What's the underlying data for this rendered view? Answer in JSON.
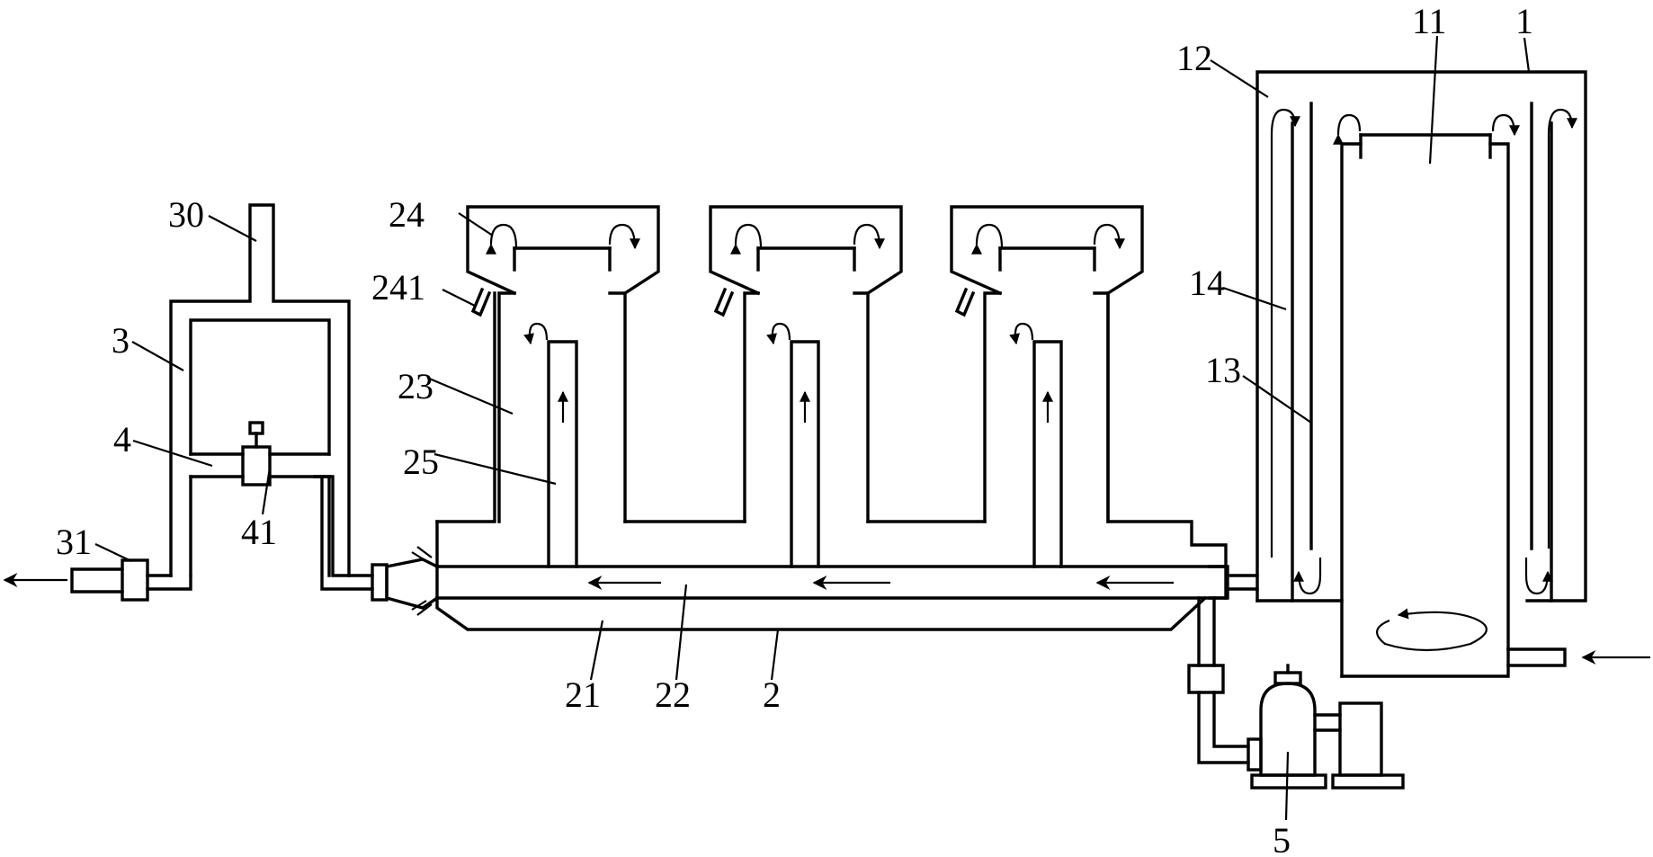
{
  "diagram": {
    "labels": {
      "l1": "1",
      "l2": "2",
      "l3": "3",
      "l4": "4",
      "l5": "5",
      "l11": "11",
      "l12": "12",
      "l13": "13",
      "l14": "14",
      "l21": "21",
      "l22": "22",
      "l23": "23",
      "l24": "24",
      "l25": "25",
      "l30": "30",
      "l31": "31",
      "l41": "41",
      "l241": "241"
    }
  }
}
